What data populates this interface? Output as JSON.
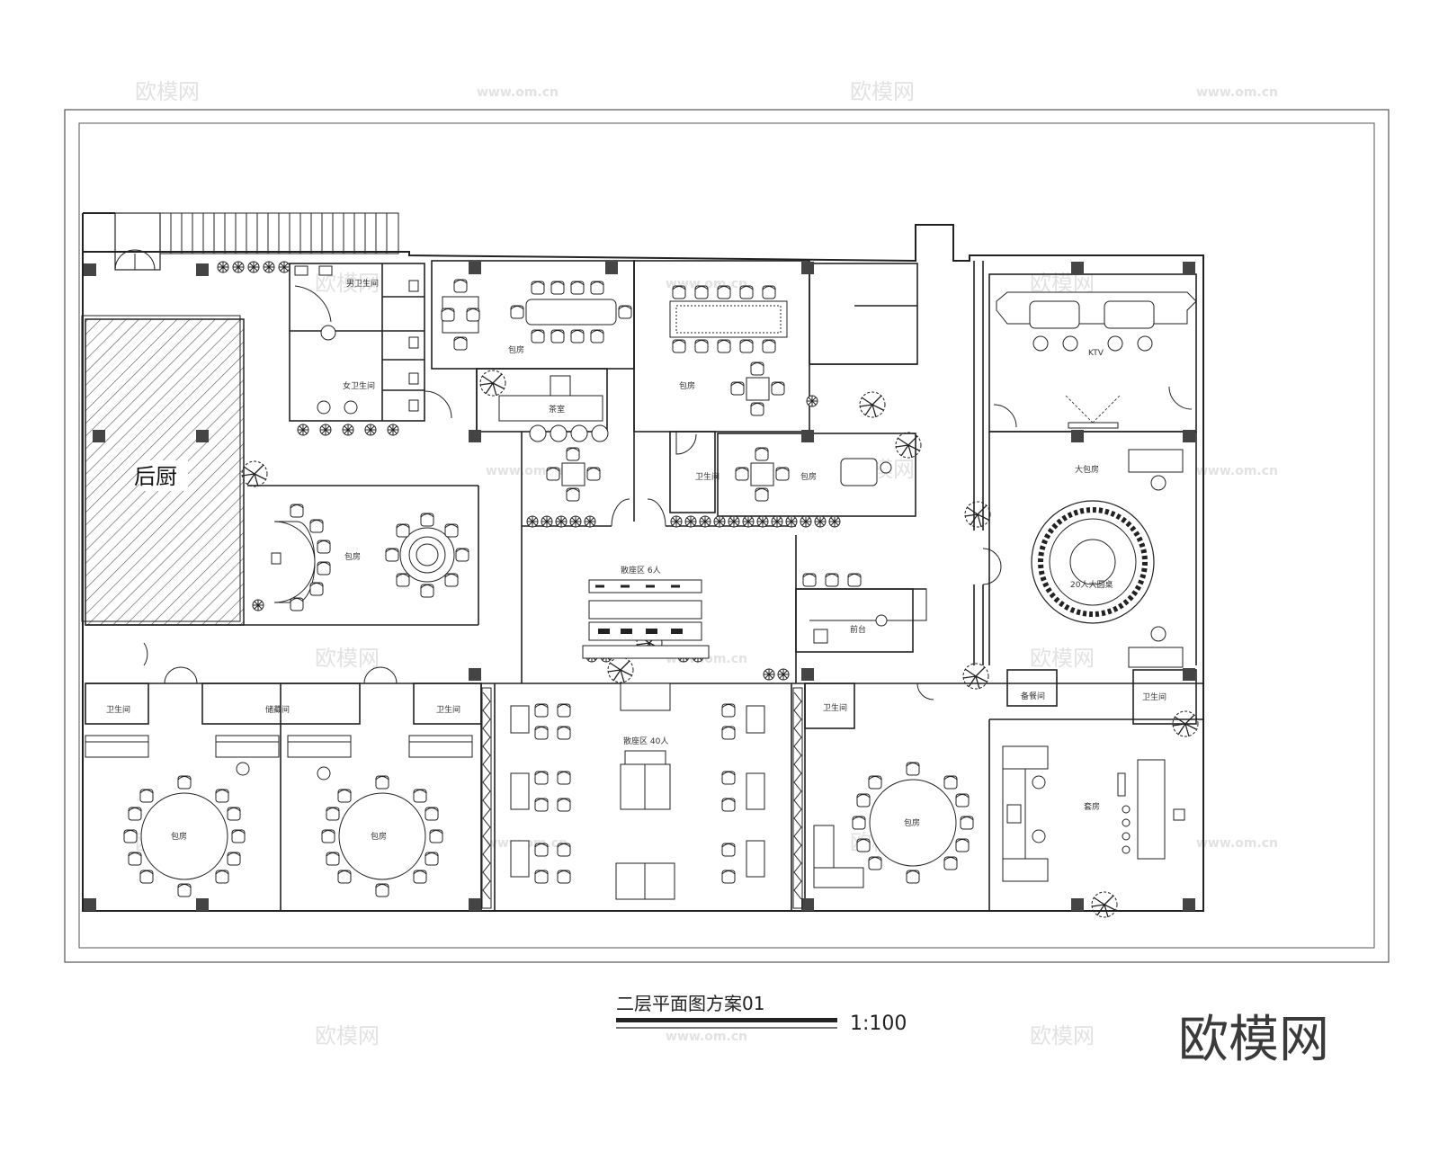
{
  "rooms": {
    "kitchen": "后厨",
    "male_toilet": "男卫生间",
    "female_toilet": "女卫生间",
    "private_room": "包房",
    "room_generic": "包房",
    "tea_room": "茶室",
    "private_toilet": "卫生间",
    "service_room": "备餐间",
    "storage": "储藏间",
    "hall_6": "散座区 6人",
    "hall_40": "散座区 40人",
    "ktv": "KTV",
    "big_room": "大包房",
    "big_room_seats": "20人大圆桌",
    "reception": "前台",
    "suite": "套房"
  },
  "drawing": {
    "title": "二层平面图方案01",
    "scale": "1:100"
  },
  "branding": {
    "logo_text": "欧模网",
    "watermark_text": "欧模网",
    "watermark_url": "www.om.cn"
  },
  "colors": {
    "line": "#222222",
    "wall_fill": "#444444",
    "hatch": "#555555",
    "watermark": "#e2e2e2"
  }
}
